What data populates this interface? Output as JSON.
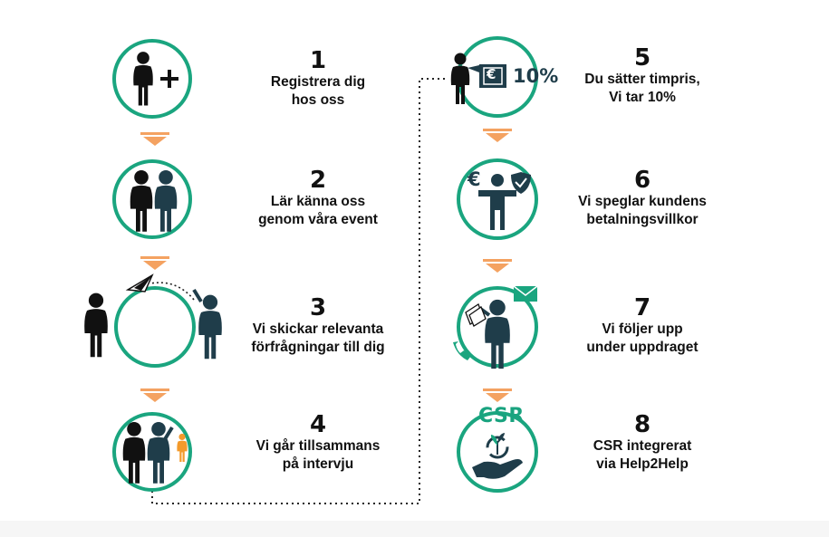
{
  "steps": [
    {
      "number": "1",
      "line1": "Registrera dig",
      "line2": "hos oss"
    },
    {
      "number": "2",
      "line1": "Lär känna oss",
      "line2": "genom våra event"
    },
    {
      "number": "3",
      "line1": "Vi skickar relevanta",
      "line2": "förfrågningar till dig"
    },
    {
      "number": "4",
      "line1": "Vi går tillsammans",
      "line2": "på intervju"
    },
    {
      "number": "5",
      "line1": "Du sätter timpris,",
      "line2": "Vi tar 10%"
    },
    {
      "number": "6",
      "line1": "Vi speglar kundens",
      "line2": "betalningsvillkor"
    },
    {
      "number": "7",
      "line1": "Vi följer upp",
      "line2": "under uppdraget"
    },
    {
      "number": "8",
      "line1": "CSR integrerat",
      "line2": "via Help2Help"
    }
  ],
  "badges": {
    "fee_percent": "10%",
    "csr": "CSR",
    "euro_symbol": "€"
  },
  "colors": {
    "ring": "#1aa57f",
    "arrow": "#f4a261",
    "person_dark": "#111111",
    "person_teal": "#1f3d4a",
    "accent_orange": "#f39a2b"
  },
  "icons": [
    "add-user-icon",
    "two-people-icon",
    "paper-plane-icon",
    "interview-icon",
    "fee-icon",
    "payment-terms-icon",
    "follow-up-icon",
    "csr-hand-plant-icon"
  ]
}
